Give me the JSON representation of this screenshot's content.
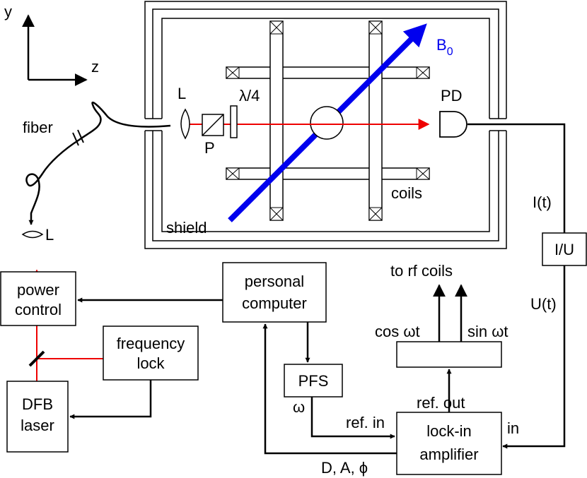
{
  "axes": {
    "y": "y",
    "z": "z"
  },
  "labels": {
    "fiber": "fiber",
    "lens_top": "L",
    "lens_bottom": "L",
    "polarizer": "P",
    "waveplate": "λ/4",
    "photodiode": "PD",
    "field": "B",
    "field_sub": "0",
    "shield": "shield",
    "coils": "coils",
    "current": "I(t)",
    "voltage": "U(t)",
    "to_rf": "to rf coils",
    "cos": "cos ωt",
    "sin": "sin ωt",
    "ref_in": "ref. in",
    "ref_out": "ref. out",
    "in": "in",
    "omega": "ω",
    "dap": "D, A, ϕ"
  },
  "boxes": {
    "power_control": [
      "power",
      "control"
    ],
    "frequency_lock": [
      "frequency",
      "lock"
    ],
    "dfb_laser": [
      "DFB",
      "laser"
    ],
    "personal_computer": [
      "personal",
      "computer"
    ],
    "pfs": "PFS",
    "iu": "I/U",
    "lockin": [
      "lock-in",
      "amplifier"
    ]
  },
  "colors": {
    "beam": "#ee0000",
    "field": "#0000ee",
    "wire": "#000000"
  }
}
